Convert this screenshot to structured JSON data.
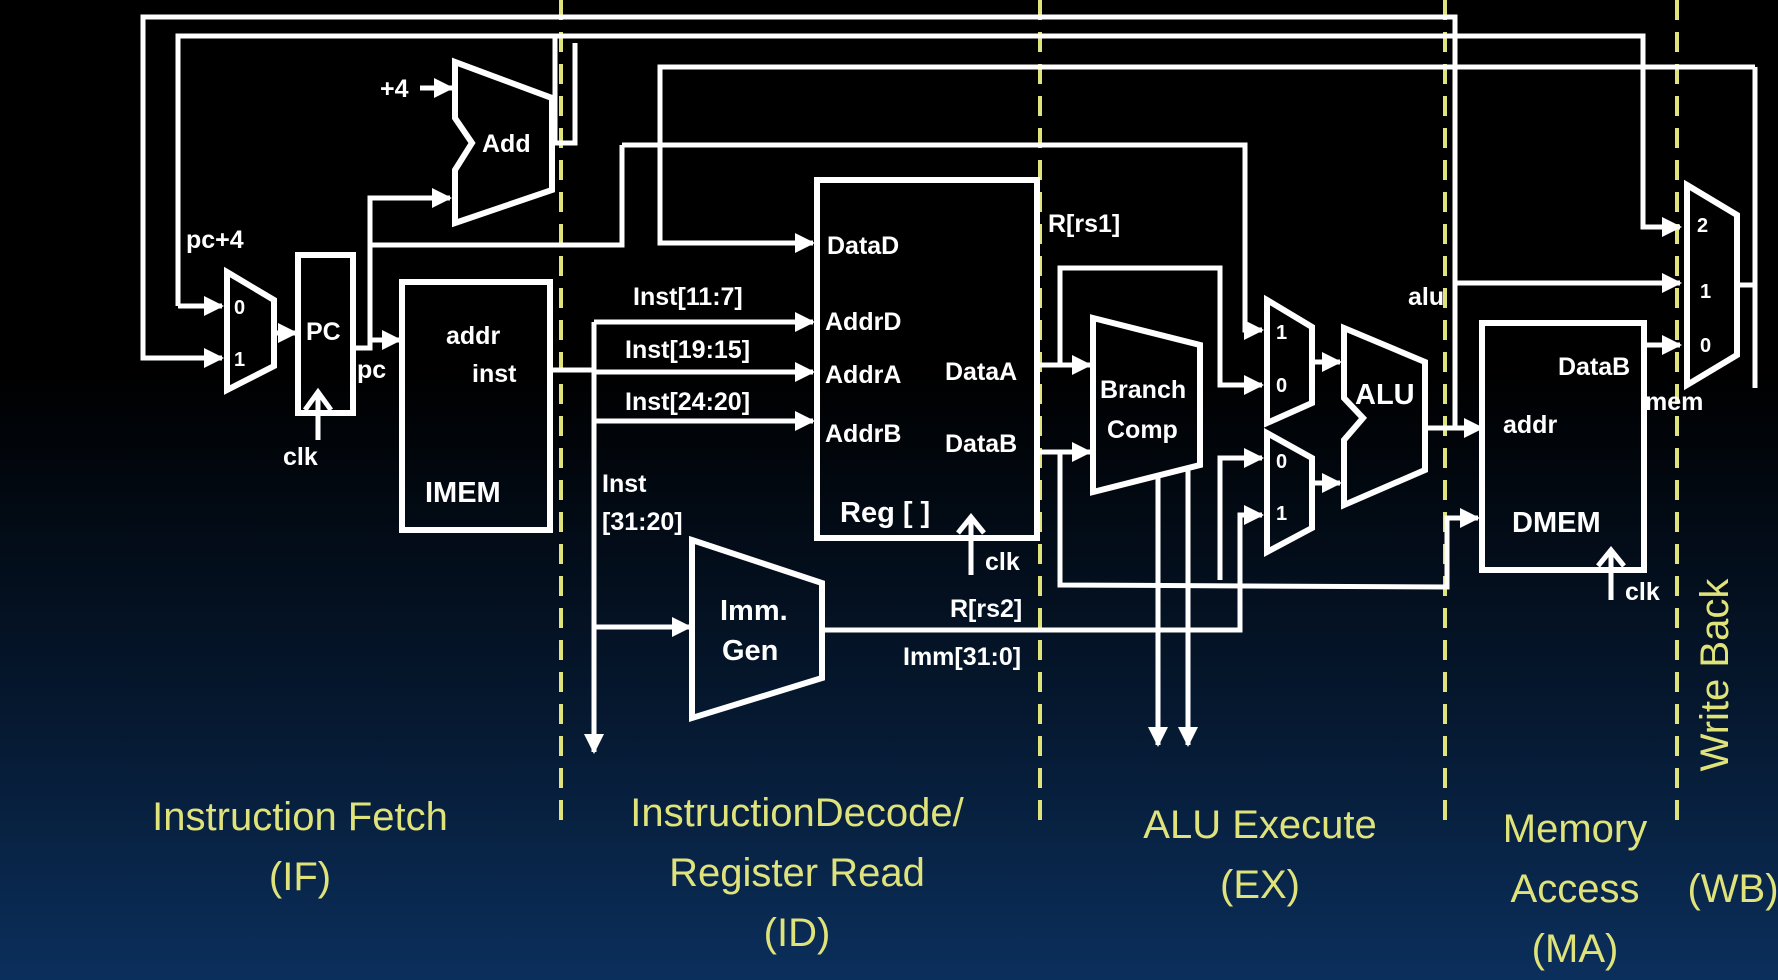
{
  "stages": {
    "if_line1": "Instruction Fetch",
    "if_line2": "(IF)",
    "id_line1": "InstructionDecode/",
    "id_line2": "Register Read",
    "id_line3": "(ID)",
    "ex_line1": "ALU Execute",
    "ex_line2": "(EX)",
    "ma_line1": "Memory",
    "ma_line2": "Access",
    "ma_line3": "(MA)",
    "wb_vertical": "Write Back",
    "wb_line2": "(WB)"
  },
  "labels": {
    "plus4": "+4",
    "add": "Add",
    "pc4": "pc+4",
    "pcsel_0": "0",
    "pcsel_1": "1",
    "pc": "PC",
    "pc_out": "pc",
    "clk_pc": "clk",
    "imem_addr": "addr",
    "imem_inst": "inst",
    "imem": "IMEM",
    "inst_11_7": "Inst[11:7]",
    "inst_19_15": "Inst[19:15]",
    "inst_24_20": "Inst[24:20]",
    "inst_31_20_a": "Inst",
    "inst_31_20_b": "[31:20]",
    "imm_gen_1": "Imm.",
    "imm_gen_2": "Gen",
    "datad": "DataD",
    "addrd": "AddrD",
    "addra": "AddrA",
    "addrb": "AddrB",
    "dataa": "DataA",
    "datab": "DataB",
    "reg": "Reg [ ]",
    "clk_reg": "clk",
    "r_rs1": "R[rs1]",
    "r_rs2": "R[rs2]",
    "imm": "Imm[31:0]",
    "branch_1": "Branch",
    "branch_2": "Comp",
    "amux_1": "1",
    "amux_0": "0",
    "bmux_0": "0",
    "bmux_1": "1",
    "alu": "ALU",
    "alu_out": "alu",
    "dmem_datab": "DataB",
    "dmem_addr": "addr",
    "dmem": "DMEM",
    "clk_dmem": "clk",
    "wb_2": "2",
    "wb_1": "1",
    "wb_0": "0",
    "mem": "mem"
  },
  "colors": {
    "wire": "#ffffff",
    "stage_text": "#dfe37a",
    "separator": "#dfe37a"
  }
}
